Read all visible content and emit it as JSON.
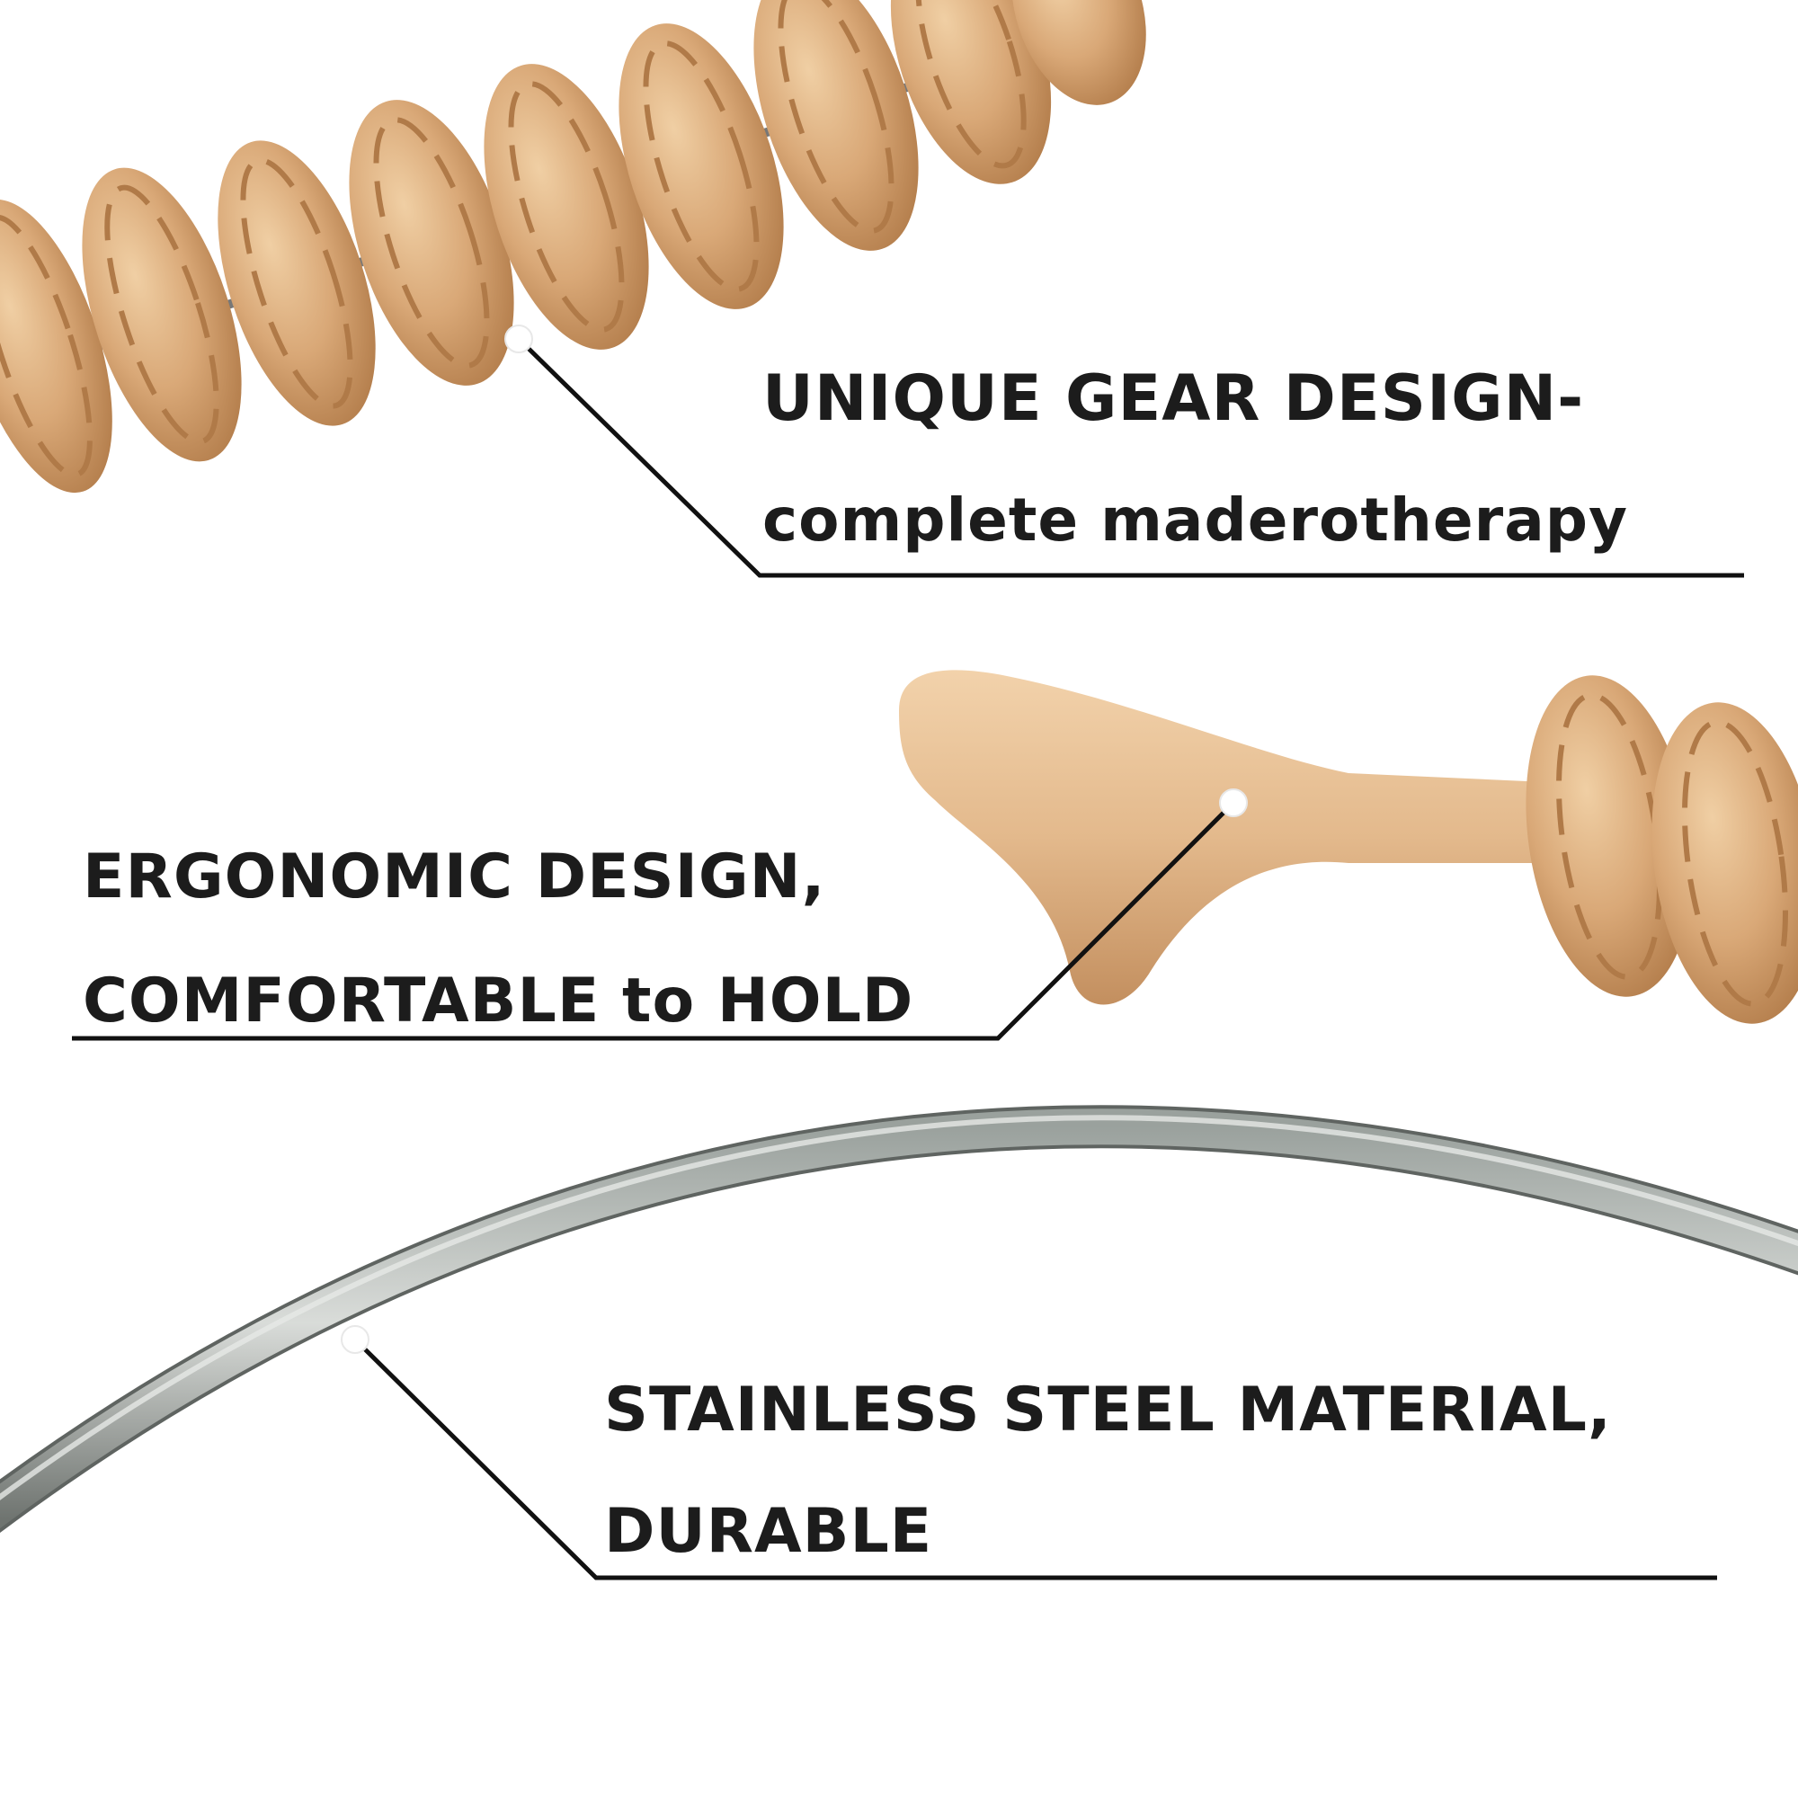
{
  "callouts": {
    "gear": {
      "line1": "UNIQUE GEAR DESIGN-",
      "line2": "complete maderotherapy"
    },
    "handle": {
      "line1": "ERGONOMIC DESIGN,",
      "line2": "COMFORTABLE to HOLD"
    },
    "steel": {
      "line1": "STAINLESS STEEL MATERIAL,",
      "line2": "DURABLE"
    }
  },
  "colors": {
    "background": "#ffffff",
    "text": "#1c1c1c",
    "wood": "#d4a373",
    "steel": "#8a8f8c",
    "leader_line": "#111111"
  }
}
